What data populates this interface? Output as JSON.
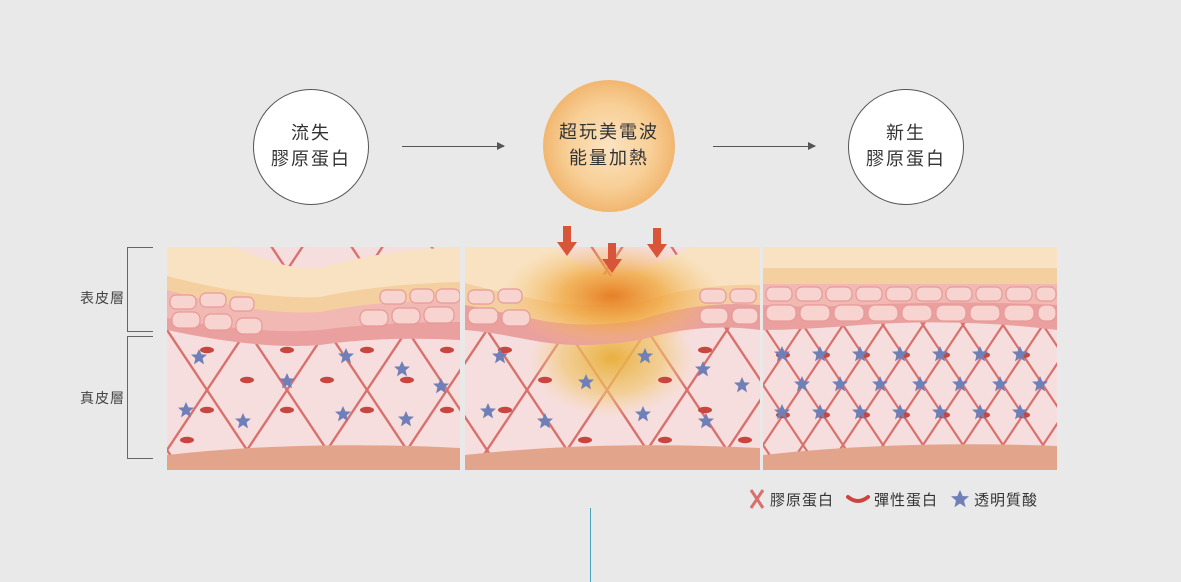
{
  "steps": [
    {
      "line1": "流失",
      "line2": "膠原蛋白"
    },
    {
      "line1": "超玩美電波",
      "line2": "能量加熱"
    },
    {
      "line1": "新生",
      "line2": "膠原蛋白"
    }
  ],
  "layers": {
    "epidermis": "表皮層",
    "dermis": "真皮層"
  },
  "legend": [
    {
      "label": "膠原蛋白",
      "icon": "collagen-x-icon",
      "color": "#d9706c"
    },
    {
      "label": "彈性蛋白",
      "icon": "elastin-icon",
      "color": "#c8463f"
    },
    {
      "label": "透明質酸",
      "icon": "star-icon",
      "color": "#6f7fb8"
    }
  ],
  "colors": {
    "heat_arrow": "#d8553a",
    "collagen": "#d9706c",
    "dermis": "#f5dada",
    "star": "#6f7fb8"
  }
}
